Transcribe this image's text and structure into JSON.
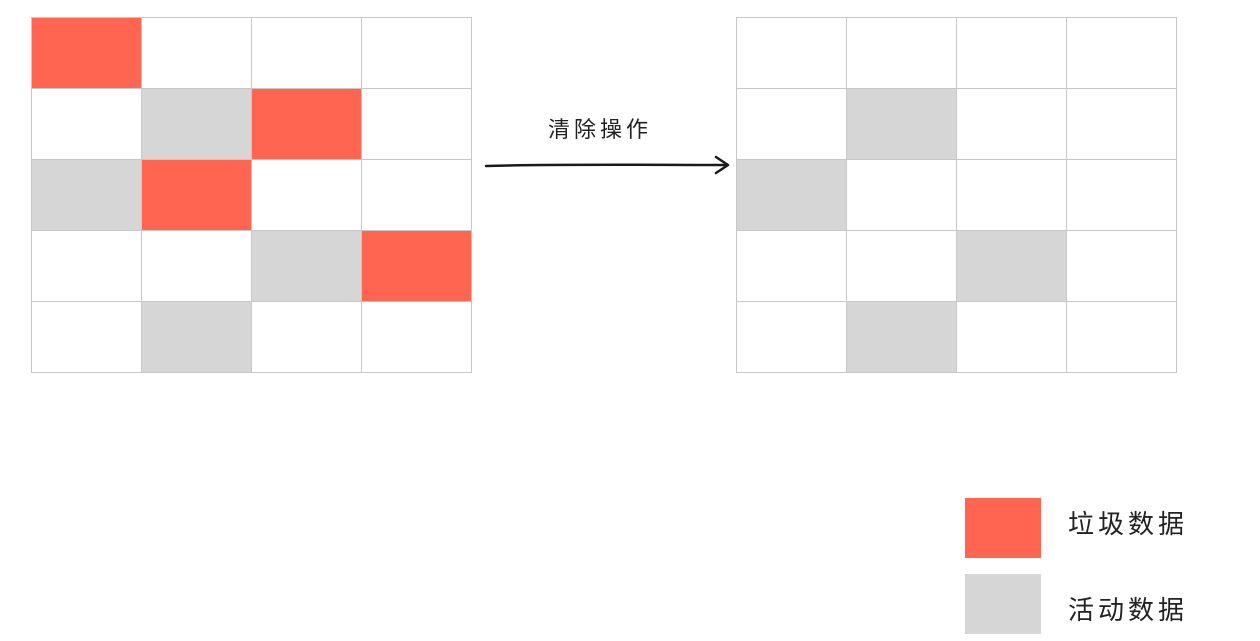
{
  "colors": {
    "garbage": "#ff6550",
    "active": "#d6d6d6",
    "empty": "#ffffff",
    "grid_line": "#c8c8c8"
  },
  "arrow": {
    "label": "清除操作"
  },
  "grid_before": [
    [
      "garbage",
      "empty",
      "empty",
      "empty"
    ],
    [
      "empty",
      "active",
      "garbage",
      "empty"
    ],
    [
      "active",
      "garbage",
      "empty",
      "empty"
    ],
    [
      "empty",
      "empty",
      "active",
      "garbage"
    ],
    [
      "empty",
      "active",
      "empty",
      "empty"
    ]
  ],
  "grid_after": [
    [
      "empty",
      "empty",
      "empty",
      "empty"
    ],
    [
      "empty",
      "active",
      "empty",
      "empty"
    ],
    [
      "active",
      "empty",
      "empty",
      "empty"
    ],
    [
      "empty",
      "empty",
      "active",
      "empty"
    ],
    [
      "empty",
      "active",
      "empty",
      "empty"
    ]
  ],
  "legend": {
    "garbage_label": "垃圾数据",
    "active_label": "活动数据"
  }
}
